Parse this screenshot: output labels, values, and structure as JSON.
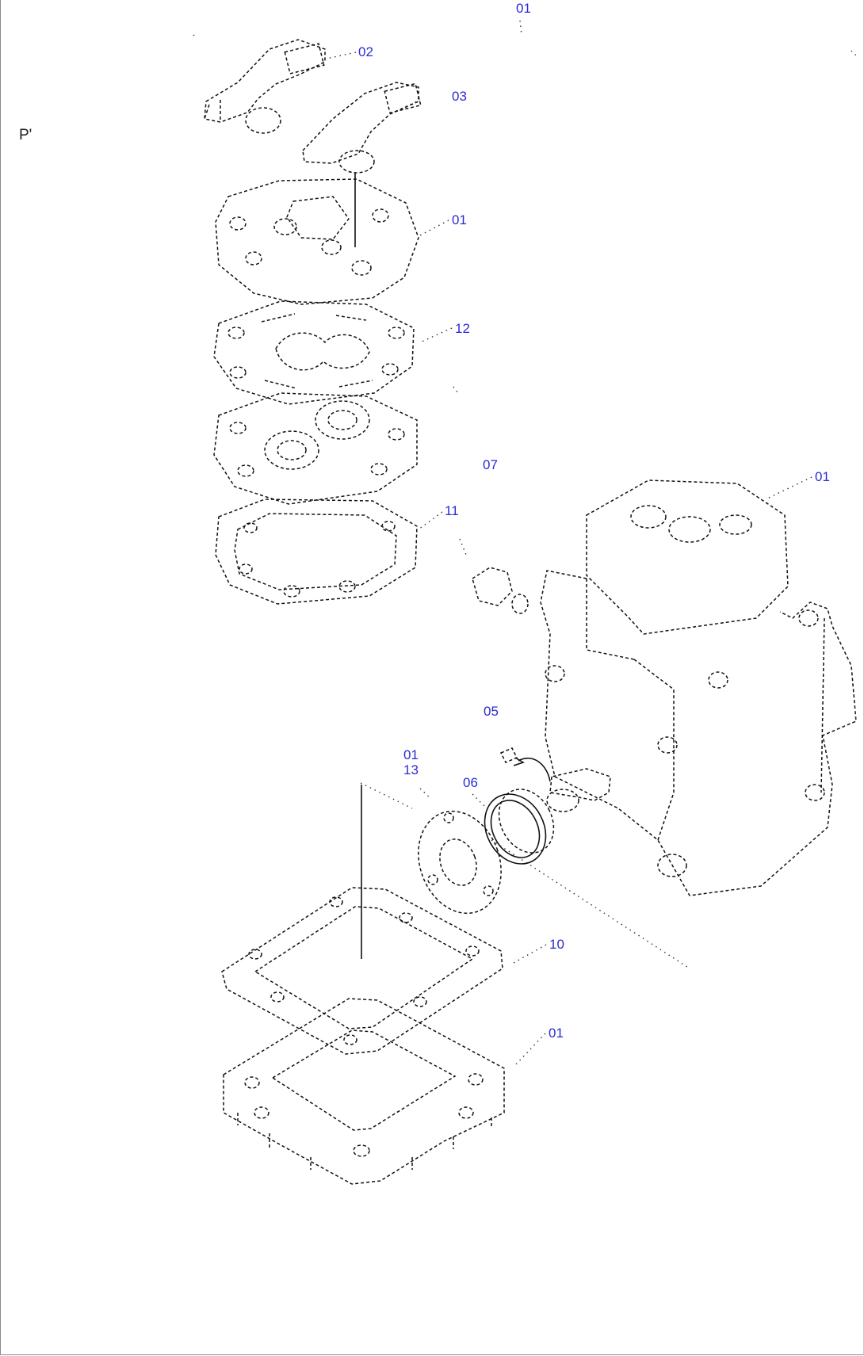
{
  "prefix_text": "P'",
  "callouts": [
    {
      "id": "top-01",
      "text": "01"
    },
    {
      "id": "plug-02",
      "text": "02"
    },
    {
      "id": "plug-03",
      "text": "03"
    },
    {
      "id": "cover-01",
      "text": "01"
    },
    {
      "id": "plate-12",
      "text": "12"
    },
    {
      "id": "gear-07",
      "text": "07"
    },
    {
      "id": "gasket-11",
      "text": "11"
    },
    {
      "id": "housing-01",
      "text": "01"
    },
    {
      "id": "key-05",
      "text": "05"
    },
    {
      "id": "flange-01",
      "text": "01"
    },
    {
      "id": "flange-13",
      "text": "13"
    },
    {
      "id": "seal-06",
      "text": "06"
    },
    {
      "id": "gasket-10",
      "text": "10"
    },
    {
      "id": "base-01",
      "text": "01"
    }
  ],
  "colors": {
    "callout": "#2a2ad6",
    "line": "#111111",
    "border": "#8a8a8a"
  }
}
